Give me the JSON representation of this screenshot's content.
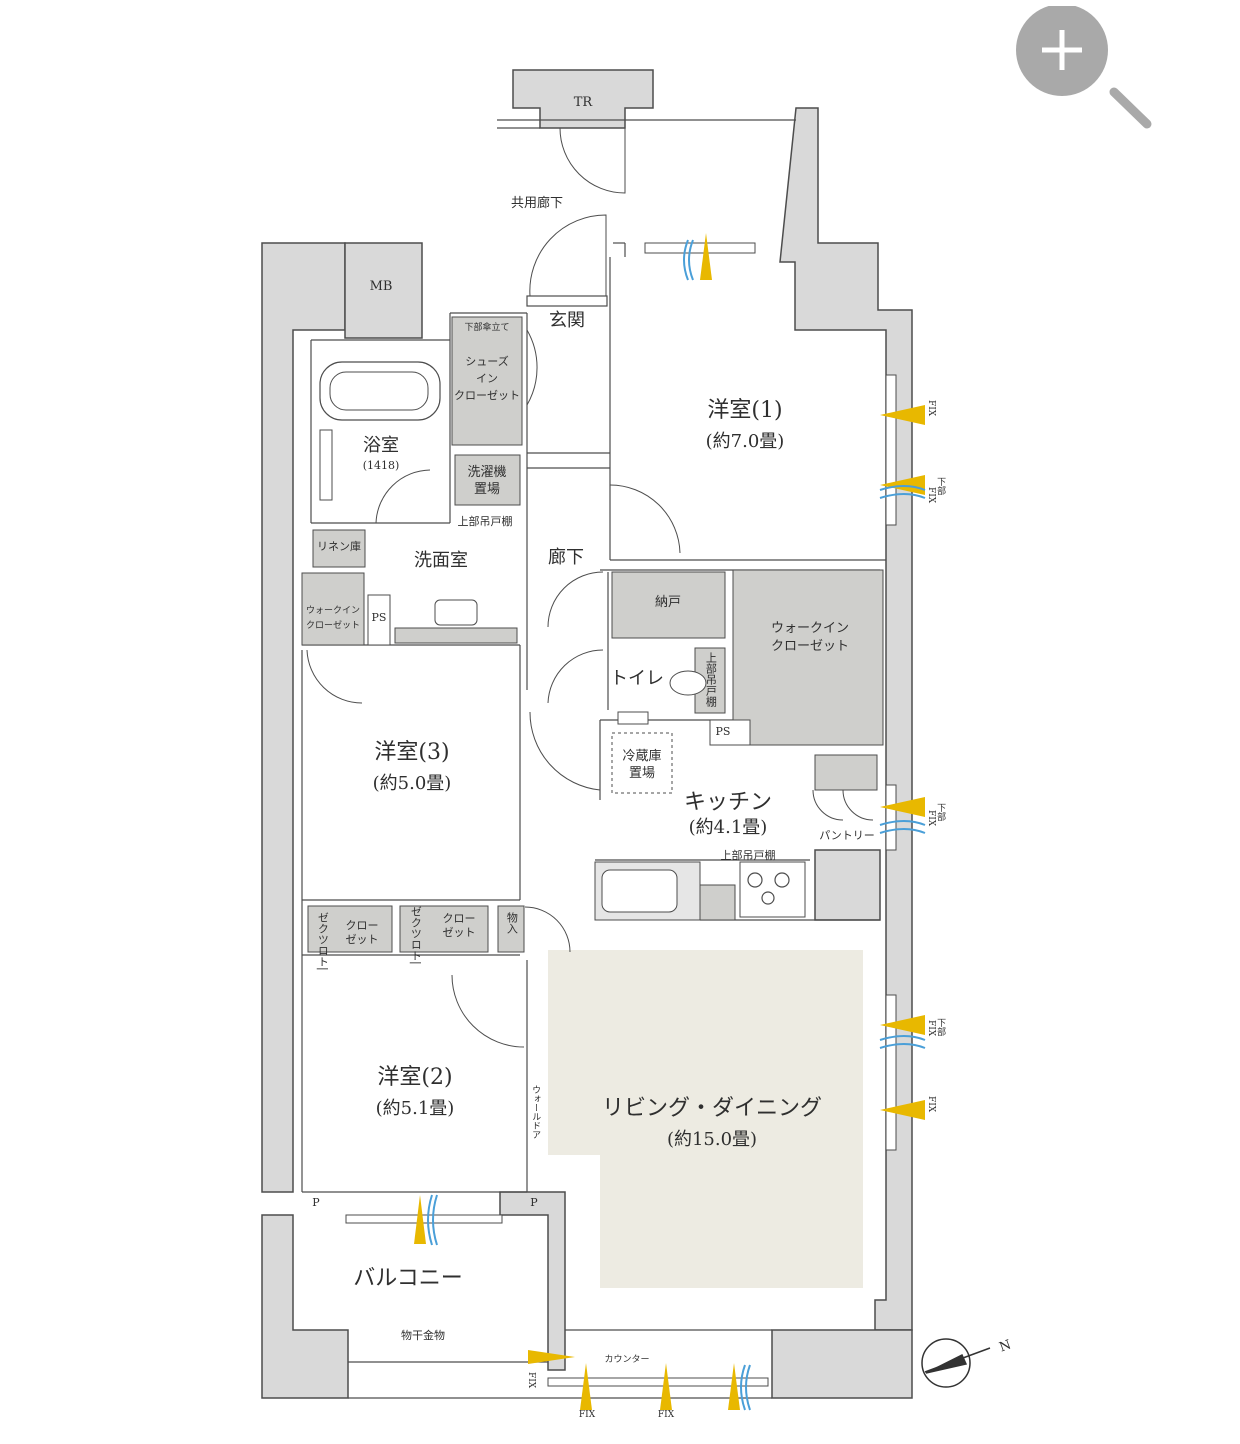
{
  "rooms": {
    "western1": {
      "name": "洋室(1)",
      "size": "(約7.0畳)"
    },
    "western2": {
      "name": "洋室(2)",
      "size": "(約5.1畳)"
    },
    "western3": {
      "name": "洋室(3)",
      "size": "(約5.0畳)"
    },
    "kitchen": {
      "name": "キッチン",
      "size": "(約4.1畳)"
    },
    "living": {
      "name": "リビング・ダイニング",
      "size": "(約15.0畳)"
    },
    "bath": {
      "name": "浴室",
      "size": "(1418)"
    },
    "washroom": "洗面室",
    "entrance": "玄関",
    "hallway": "廊下",
    "toilet": "トイレ",
    "balcony": "バルコニー",
    "storage": "納戸"
  },
  "labels": {
    "common_corridor": "共用廊下",
    "tr": "TR",
    "mb": "MB",
    "ps": "PS",
    "p": "P",
    "shoes_closet": [
      "シューズ",
      "イン",
      "クローゼット"
    ],
    "umbrella": "下部傘立て",
    "washer": [
      "洗濯機",
      "置場"
    ],
    "upper_shelf": "上部吊戸棚",
    "linen": "リネン庫",
    "walkin_small": [
      "ウォークイン",
      "クローゼット"
    ],
    "walkin_large": [
      "ウォークイン",
      "クローゼット"
    ],
    "upper_shelf_vertical": "上部吊戸棚",
    "fridge": [
      "冷蔵庫",
      "置場"
    ],
    "pantry": "パントリー",
    "closet": [
      "クロー",
      "ゼット"
    ],
    "closet_vertical": "ゼクツロト|",
    "storage_in": "物入",
    "wall_door": "ウォールドア",
    "drying": "物干金物",
    "counter": "カウンター",
    "fix": "FIX",
    "lower": "下部",
    "compass": "N"
  },
  "colors": {
    "wall": "#d9d9d9",
    "wall_stroke": "#4d4d4d",
    "closet": "#cfcfcc",
    "living": "#edebe2",
    "light": "#e8b800",
    "wind": "#4a9fd8",
    "zoom": "#a9a9a9"
  },
  "ui": {
    "zoom_icon": "zoom-in-icon"
  }
}
